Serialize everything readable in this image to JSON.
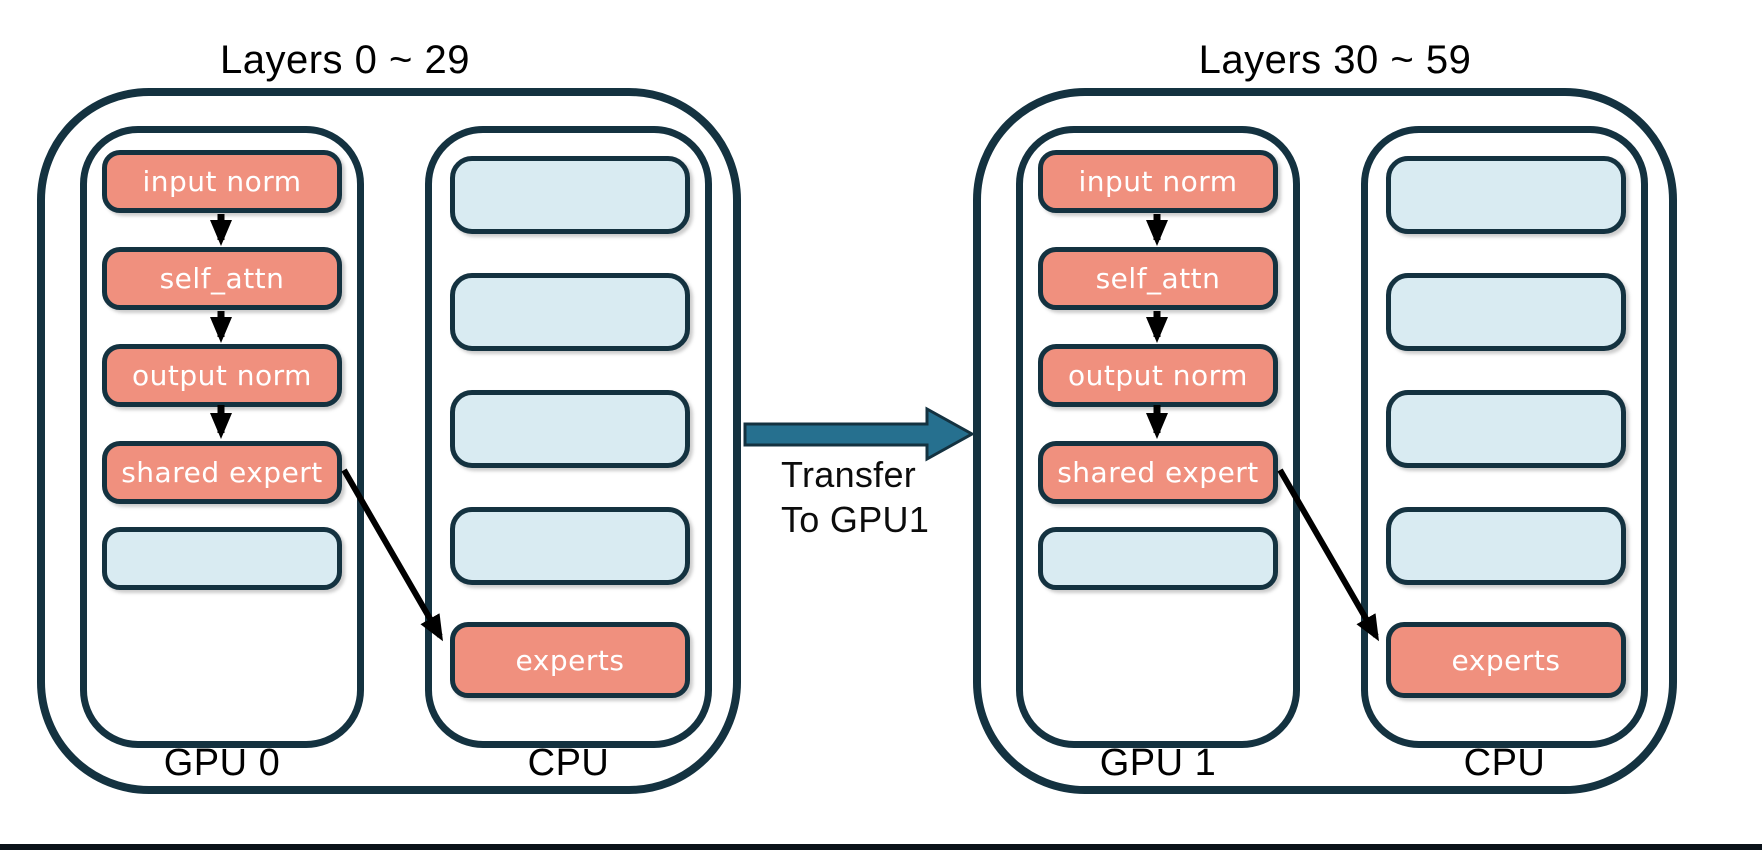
{
  "diagram": {
    "left_group": {
      "title": "Layers 0 ~ 29",
      "gpu": {
        "label": "GPU 0",
        "boxes": [
          {
            "label": "input norm",
            "state": "resident"
          },
          {
            "label": "self_attn",
            "state": "resident"
          },
          {
            "label": "output norm",
            "state": "resident"
          },
          {
            "label": "shared expert",
            "state": "resident"
          },
          {
            "label": "",
            "state": "empty"
          }
        ]
      },
      "cpu": {
        "label": "CPU",
        "boxes": [
          {
            "label": "",
            "state": "empty"
          },
          {
            "label": "",
            "state": "empty"
          },
          {
            "label": "",
            "state": "empty"
          },
          {
            "label": "",
            "state": "empty"
          },
          {
            "label": "experts",
            "state": "resident"
          }
        ]
      }
    },
    "right_group": {
      "title": "Layers 30 ~ 59",
      "gpu": {
        "label": "GPU 1",
        "boxes": [
          {
            "label": "input norm",
            "state": "resident"
          },
          {
            "label": "self_attn",
            "state": "resident"
          },
          {
            "label": "output norm",
            "state": "resident"
          },
          {
            "label": "shared expert",
            "state": "resident"
          },
          {
            "label": "",
            "state": "empty"
          }
        ]
      },
      "cpu": {
        "label": "CPU",
        "boxes": [
          {
            "label": "",
            "state": "empty"
          },
          {
            "label": "",
            "state": "empty"
          },
          {
            "label": "",
            "state": "empty"
          },
          {
            "label": "",
            "state": "empty"
          },
          {
            "label": "experts",
            "state": "resident"
          }
        ]
      }
    },
    "transfer": {
      "line1": "Transfer",
      "line2": "To GPU1"
    }
  },
  "colors": {
    "outline": "#143240",
    "module_fill": "#F0907E",
    "empty_fill": "#D9EBF2",
    "transfer_arrow_fill": "#26708F",
    "module_text": "#FFFFFF",
    "text": "#000000"
  }
}
